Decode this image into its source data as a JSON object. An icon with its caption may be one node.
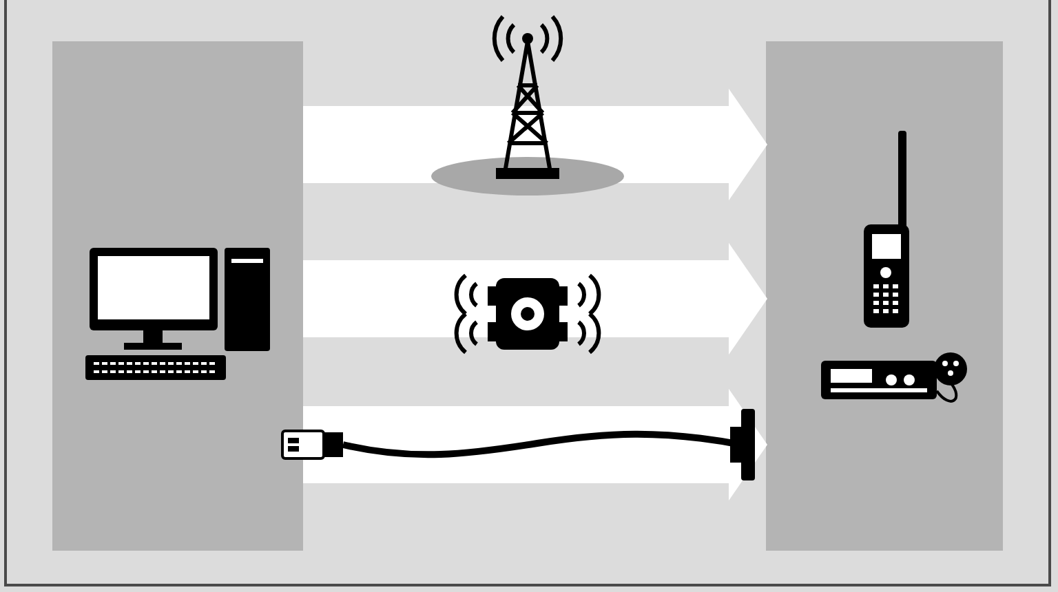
{
  "diagram": {
    "nodes": [
      {
        "text": [],
        "shape": "box"
      },
      {
        "text": [],
        "shape": "box"
      }
    ],
    "edges": [
      {
        "from": 0,
        "to": 1,
        "arrow": "to"
      },
      {
        "from": 0,
        "to": 1,
        "arrow": "to"
      },
      {
        "from": 0,
        "to": 1,
        "arrow": "to"
      }
    ]
  }
}
